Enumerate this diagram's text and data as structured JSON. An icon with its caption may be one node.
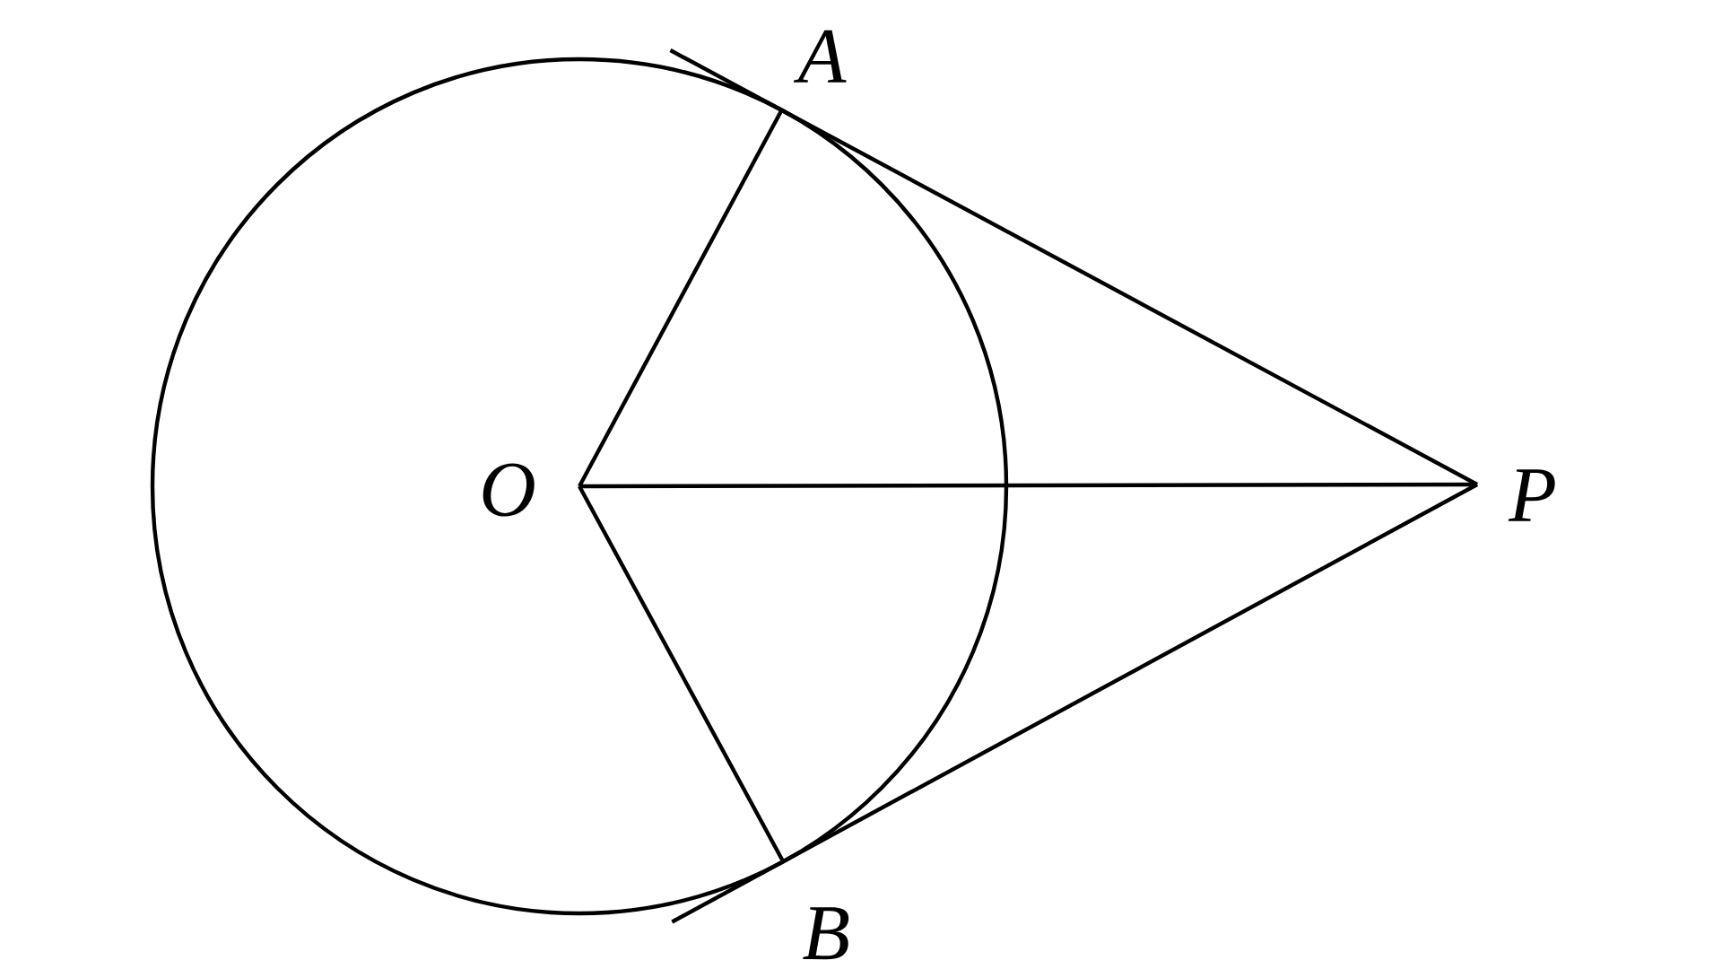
{
  "diagram": {
    "nodes": [
      {
        "text": [
          "A"
        ]
      },
      {
        "text": [
          "O"
        ]
      },
      {
        "text": [
          "P"
        ]
      },
      {
        "text": [
          "B"
        ]
      }
    ],
    "edges": [
      {
        "from": 1,
        "to": 0,
        "arrow": "none"
      },
      {
        "from": 1,
        "to": 2,
        "arrow": "none"
      },
      {
        "from": 1,
        "to": 3,
        "arrow": "none"
      },
      {
        "from": 2,
        "to": 0,
        "arrow": "none"
      },
      {
        "from": 2,
        "to": 3,
        "arrow": "none"
      }
    ]
  }
}
